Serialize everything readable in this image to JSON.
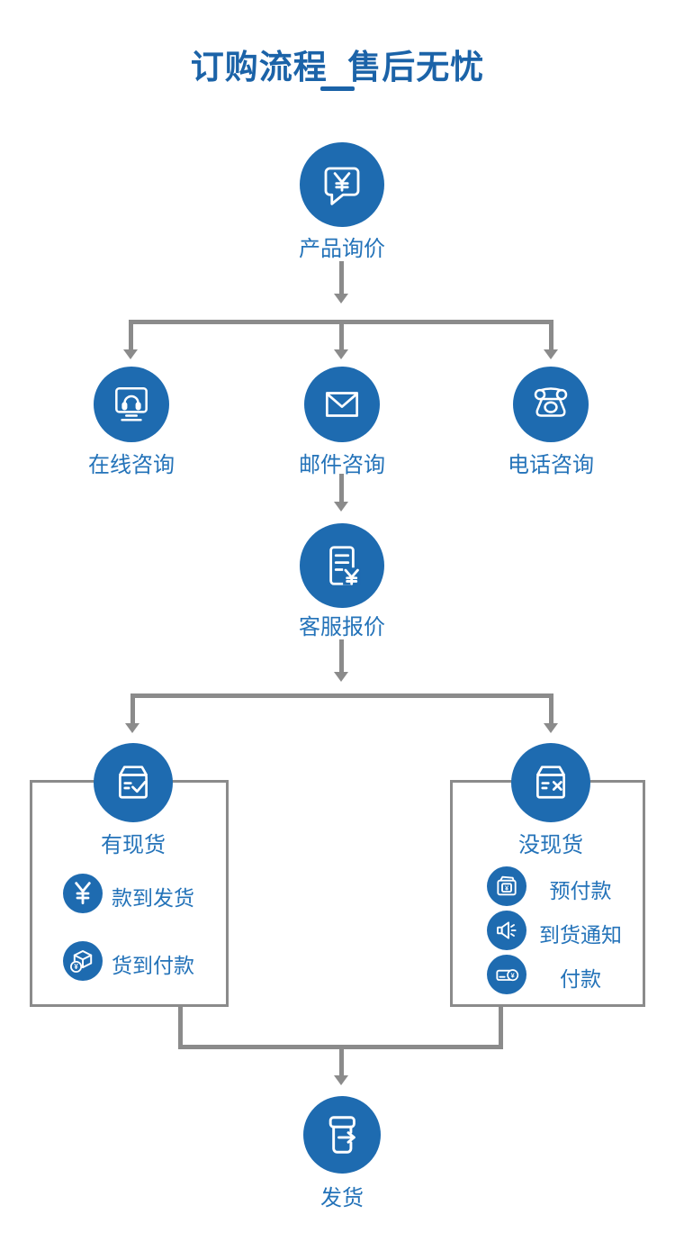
{
  "title": {
    "text": "订购流程  售后无忧"
  },
  "colors": {
    "node_blue": "#1e6bb0",
    "label_blue": "#2473b9",
    "title_blue": "#1b63a8",
    "line_gray": "#8b8b8b"
  },
  "nodes": {
    "inquiry": {
      "label": "产品询价",
      "icon": "chat-yen-icon"
    },
    "channels": [
      {
        "label": "在线咨询",
        "icon": "online-support-icon"
      },
      {
        "label": "邮件咨询",
        "icon": "email-icon"
      },
      {
        "label": "电话咨询",
        "icon": "telephone-icon"
      }
    ],
    "quote": {
      "label": "客服报价",
      "icon": "quote-document-icon"
    },
    "in_stock": {
      "label": "有现货",
      "icon": "box-check-icon",
      "items": [
        {
          "label": "款到发货",
          "icon": "yen-icon"
        },
        {
          "label": "货到付款",
          "icon": "package-yen-icon"
        }
      ]
    },
    "out_of_stock": {
      "label": "没现货",
      "icon": "box-cross-icon",
      "items": [
        {
          "label": "预付款",
          "icon": "wallet-yen-icon"
        },
        {
          "label": "到货通知",
          "icon": "loudspeaker-icon"
        },
        {
          "label": "付款",
          "icon": "card-yen-icon"
        }
      ]
    },
    "ship": {
      "label": "发货",
      "icon": "box-arrow-icon"
    }
  }
}
